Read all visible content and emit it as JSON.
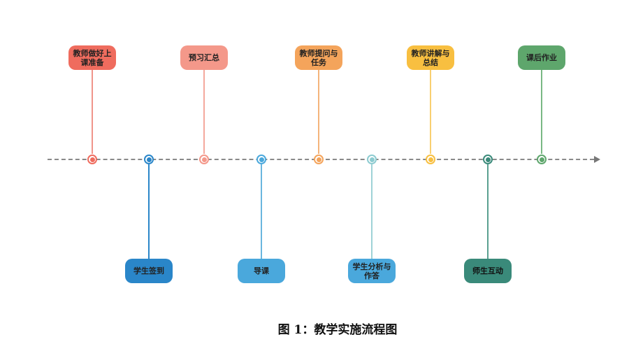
{
  "nodes": [
    {
      "label": "教师做好上课准备",
      "side": "top",
      "color": "#ef6c5e",
      "stem": "#f0958a"
    },
    {
      "label": "学生签到",
      "side": "bottom",
      "color": "#2a86c9",
      "stem": "#2a86c9"
    },
    {
      "label": "预习汇总",
      "side": "top",
      "color": "#f4988a",
      "stem": "#f4a89c"
    },
    {
      "label": "导课",
      "side": "bottom",
      "color": "#4aa8dc",
      "stem": "#6ab6de"
    },
    {
      "label": "教师提问与任务",
      "side": "top",
      "color": "#f4a45b",
      "stem": "#f4b47b"
    },
    {
      "label": "学生分析与作答",
      "side": "bottom",
      "color": "#4aa8dc",
      "stem": "#9ed2d6",
      "dot": "#8ccbd0"
    },
    {
      "label": "教师讲解与总结",
      "side": "top",
      "color": "#f8bf40",
      "stem": "#f8cf70"
    },
    {
      "label": "师生互动",
      "side": "bottom",
      "color": "#3a8a7a",
      "stem": "#5aa090"
    },
    {
      "label": "课后作业",
      "side": "top",
      "color": "#5ea66c",
      "stem": "#7ab884"
    }
  ],
  "caption": "图 1：教学实施流程图"
}
